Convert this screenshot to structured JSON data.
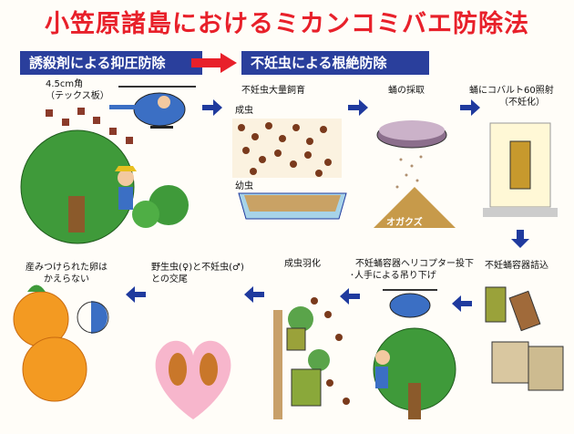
{
  "title": "小笠原諸島におけるミカンコミバエ防除法",
  "banners": {
    "left": "誘殺剤による抑圧防除",
    "right": "不妊虫による根絶防除"
  },
  "labels": {
    "tex_size": "4.5cm角",
    "tex_board": "（テックス板）",
    "mass_rearing": "不妊虫大量飼育",
    "adult": "成虫",
    "larva": "幼虫",
    "pupa_collect": "蛹の採取",
    "cobalt1": "蛹にコバルト60照射",
    "cobalt2": "（不妊化）",
    "sawdust": "オガクズ",
    "container_pack": "不妊蛹容器詰込",
    "heli1": "不妊蛹容器ヘリコプター投下",
    "heli2": "･人手による吊り下げ",
    "emergence": "成虫羽化",
    "mating1": "野生虫(♀)と不妊虫(♂)",
    "mating2": "との交尾",
    "eggs1": "産みつけられた卵は",
    "eggs2": "かえらない"
  },
  "colors": {
    "title": "#e8202a",
    "banner": "#2a3f9c",
    "arrow_blue": "#1f3a9e",
    "arrow_red": "#e8202a"
  }
}
